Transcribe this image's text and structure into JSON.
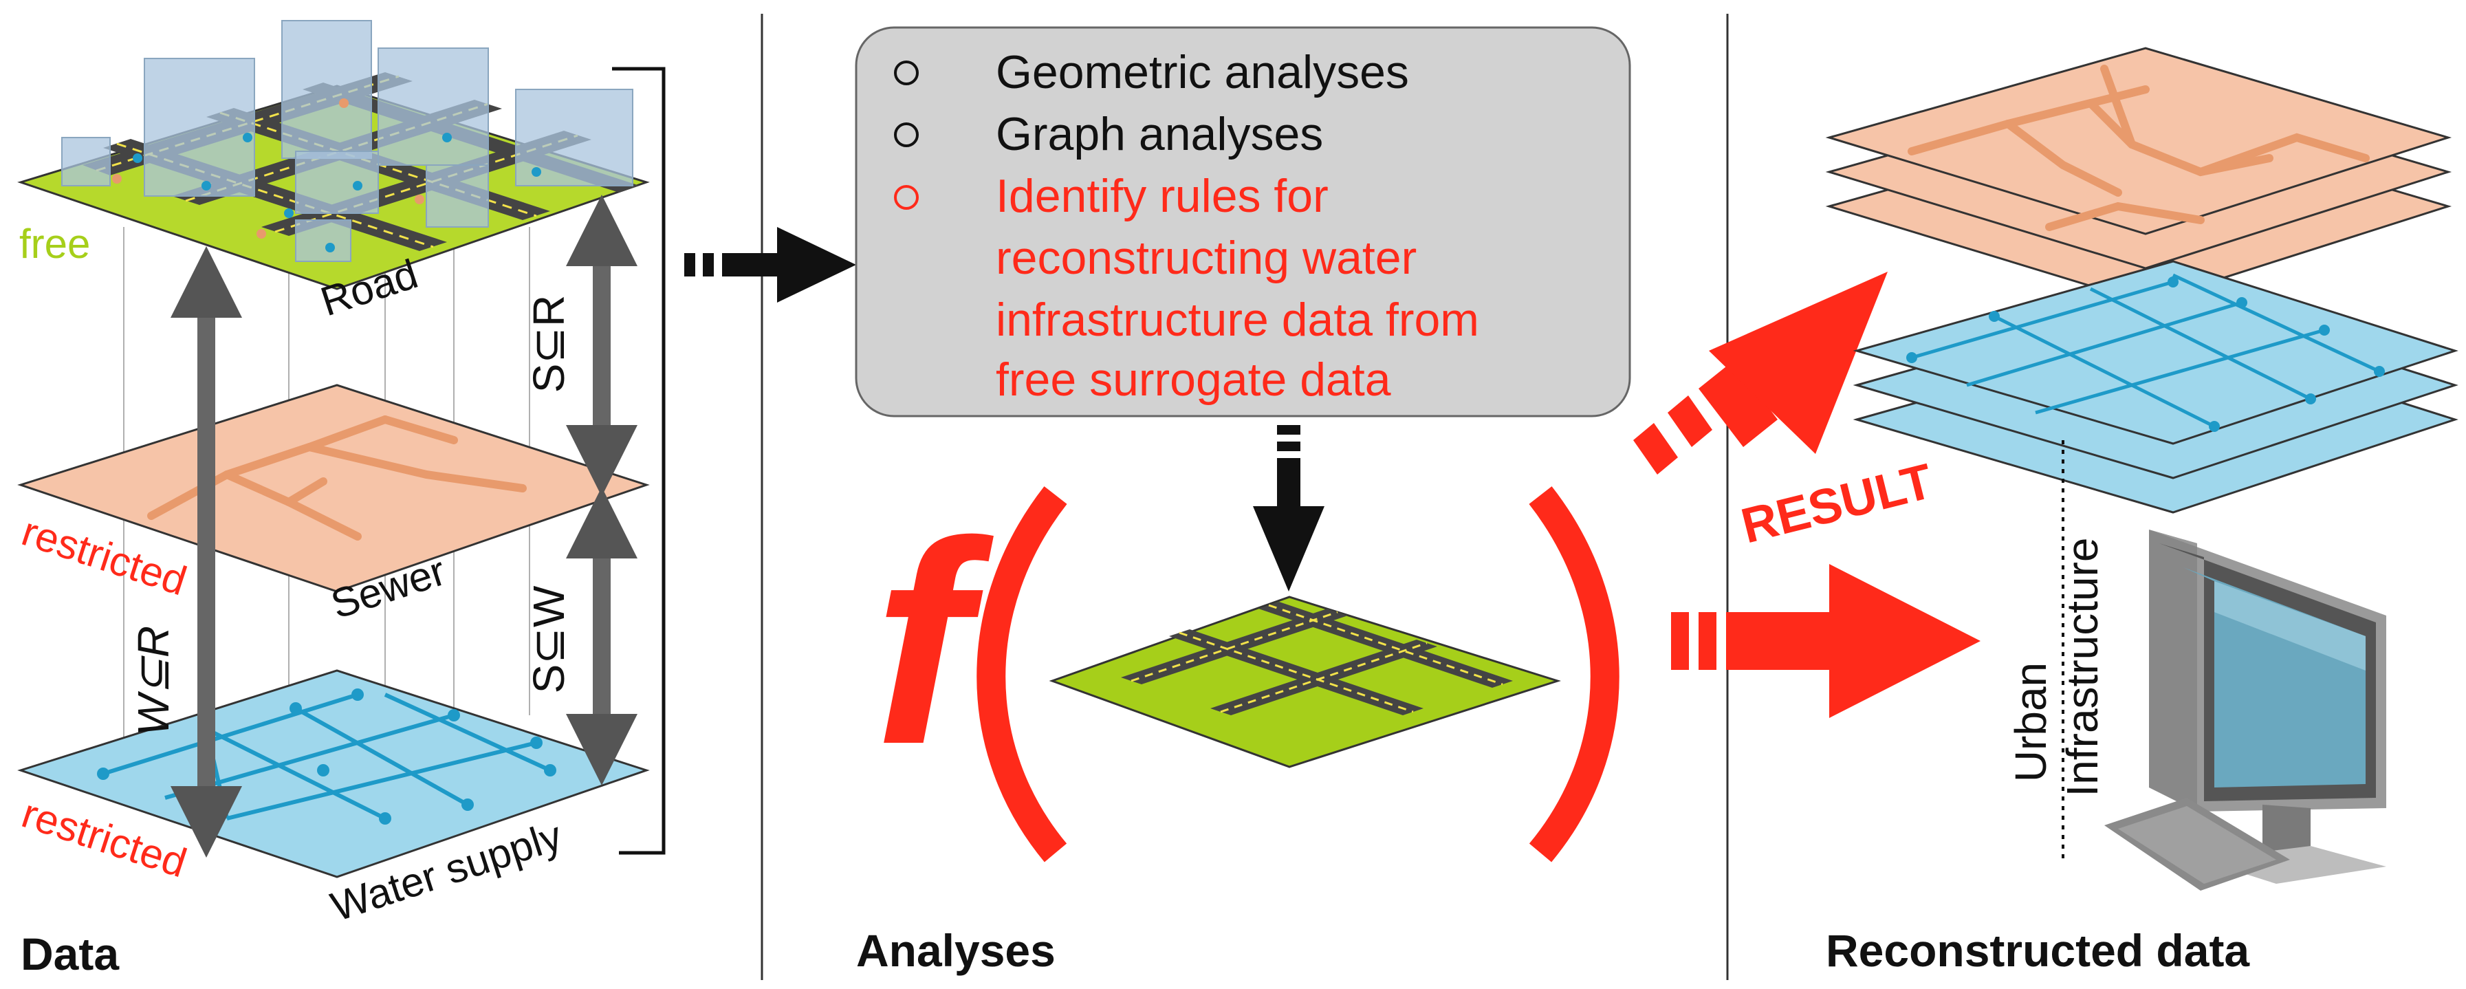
{
  "panels": {
    "data": {
      "title": "Data",
      "layers": {
        "road": {
          "label": "Road",
          "access": "free"
        },
        "sewer": {
          "label": "Sewer",
          "access": "restricted"
        },
        "water": {
          "label": "Water supply",
          "access": "restricted"
        }
      },
      "relations": {
        "s_r": "S⊆R",
        "s_w": "S⊆W",
        "w_r": "W⊆R"
      }
    },
    "analyses": {
      "title": "Analyses",
      "items": [
        {
          "text": "Geometric analyses",
          "highlight": false
        },
        {
          "text": "Graph analyses",
          "highlight": false
        },
        {
          "text": "Identify rules for reconstructing water infrastructure data from free surrogate data",
          "highlight": true,
          "lines": [
            "Identify rules for",
            "reconstructing water",
            "infrastructure data from",
            "free surrogate data"
          ]
        }
      ],
      "function_symbol": "f"
    },
    "reconstructed": {
      "title": "Reconstructed data",
      "result_label": "RESULT",
      "vertical_label": [
        "Urban",
        "Infrastructure"
      ]
    }
  },
  "colors": {
    "accent_red": "#ff2a1a",
    "free_green": "#a6cf1a",
    "sewer": "#f6c4a8",
    "water": "#9fd7ec",
    "pipe_water": "#1e9ac8",
    "pipe_sewer": "#e89a6c",
    "box_gray": "#d2d2d2"
  }
}
